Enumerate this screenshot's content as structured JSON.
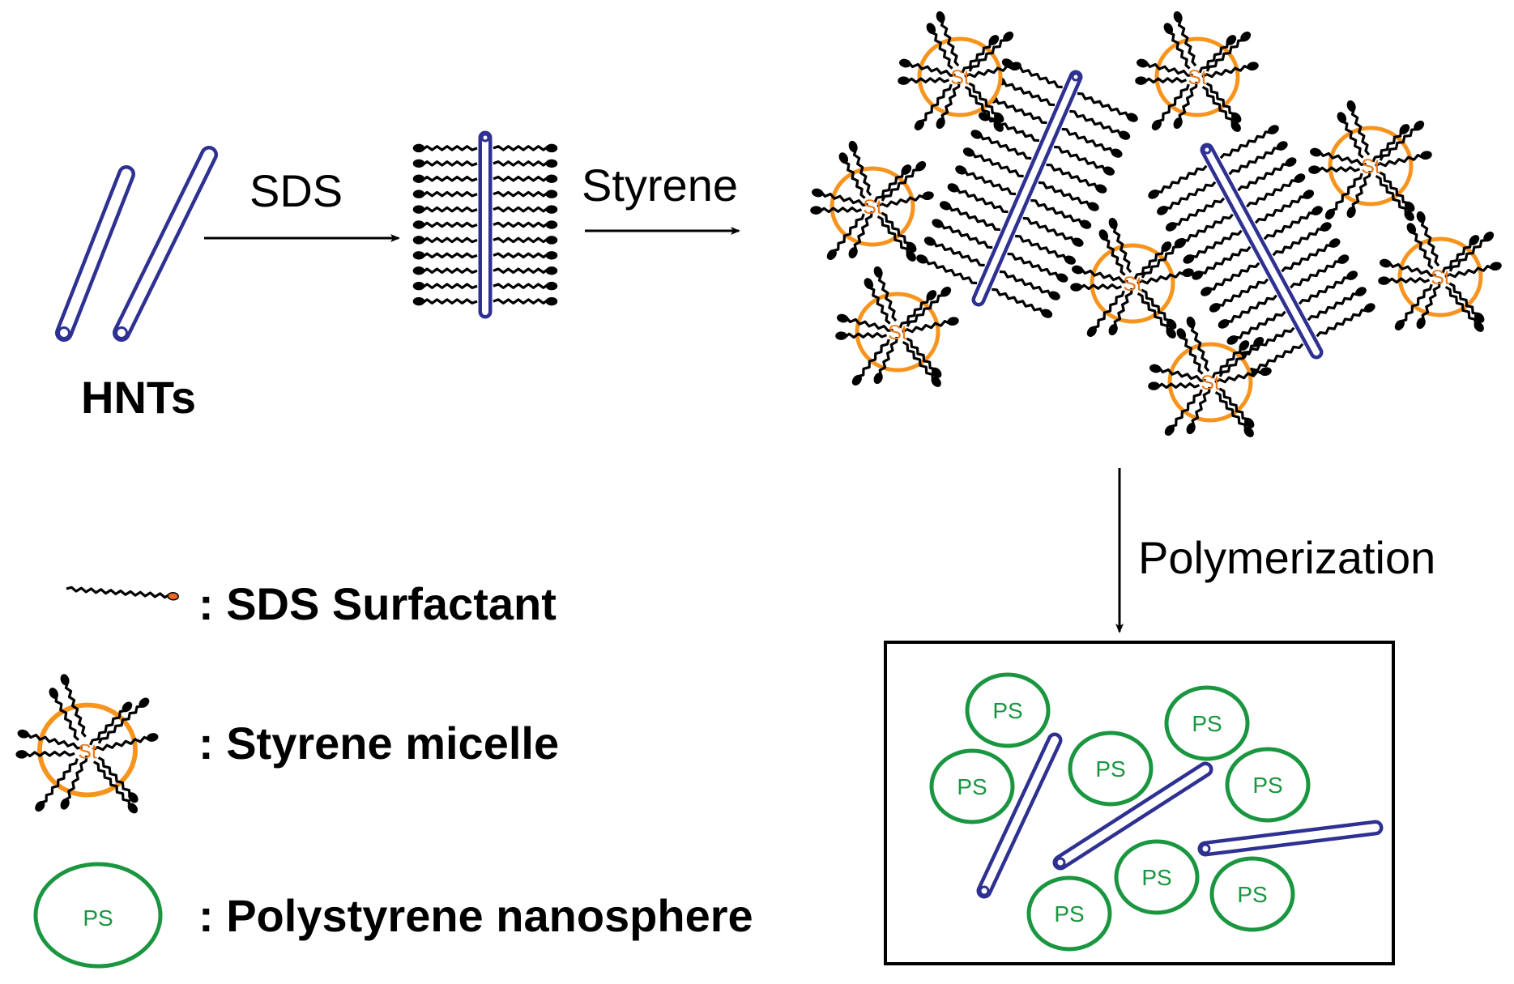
{
  "labels": {
    "hnts": "HNTs",
    "sds": "SDS",
    "styrene": "Styrene",
    "polymerization": "Polymerization"
  },
  "legend": {
    "sds_surfactant": ": SDS Surfactant",
    "styrene_micelle": ": Styrene micelle",
    "polystyrene_nanosphere": ": Polystyrene nanosphere"
  },
  "micelle_text": "St",
  "nanosphere_text": "PS",
  "colors": {
    "tube": "#2e3192",
    "micelle_ring": "#f7941d",
    "micelle_text": "#e87a1c",
    "nanosphere": "#1a9640",
    "surfactant_tail": "#000000",
    "surfactant_head_legend": "#f26522"
  }
}
